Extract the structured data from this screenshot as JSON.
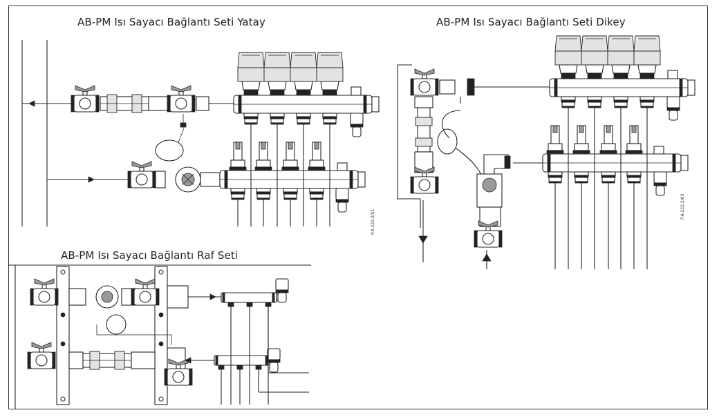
{
  "titles": {
    "yatay": "AB-PM Isı Sayacı Bağlantı Seti Yatay",
    "dikey": "AB-PM Isı Sayacı Bağlantı Seti Dikey",
    "raf": "AB-PM Isı Sayacı Bağlantı Raf Seti"
  },
  "codes": {
    "yatay": "P.A.222.2/01",
    "dikey": "P.A.222.2/03"
  }
}
